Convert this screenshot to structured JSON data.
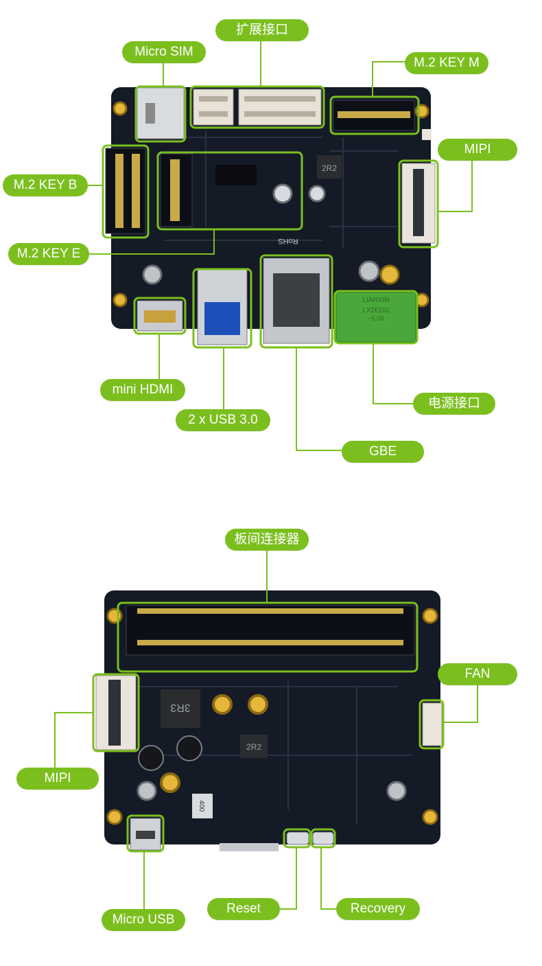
{
  "colors": {
    "accent": "#7bbf1e",
    "board": "#141a26",
    "connector_green": "#4aa83a"
  },
  "top_board": {
    "chip_text": "2R2",
    "silkscreen": "RoHS",
    "power_connector_text": [
      "LIANXIN",
      "LX2EDG",
      "~5.08"
    ],
    "labels": {
      "expansion": "扩展接口",
      "micro_sim": "Micro SIM",
      "m2_key_m": "M.2 KEY M",
      "mipi": "MIPI",
      "m2_key_b": "M.2 KEY B",
      "m2_key_e": "M.2 KEY E",
      "mini_hdmi": "mini HDMI",
      "usb": "2 x USB 3.0",
      "power": "电源接口",
      "gbe": "GBE"
    }
  },
  "bottom_board": {
    "chip_text_1": "3R3",
    "chip_text_2": "2R2",
    "cap_text": "400",
    "labels": {
      "board_connector": "板间连接器",
      "fan": "FAN",
      "mipi": "MIPI",
      "micro_usb": "Micro USB",
      "reset": "Reset",
      "recovery": "Recovery"
    }
  }
}
